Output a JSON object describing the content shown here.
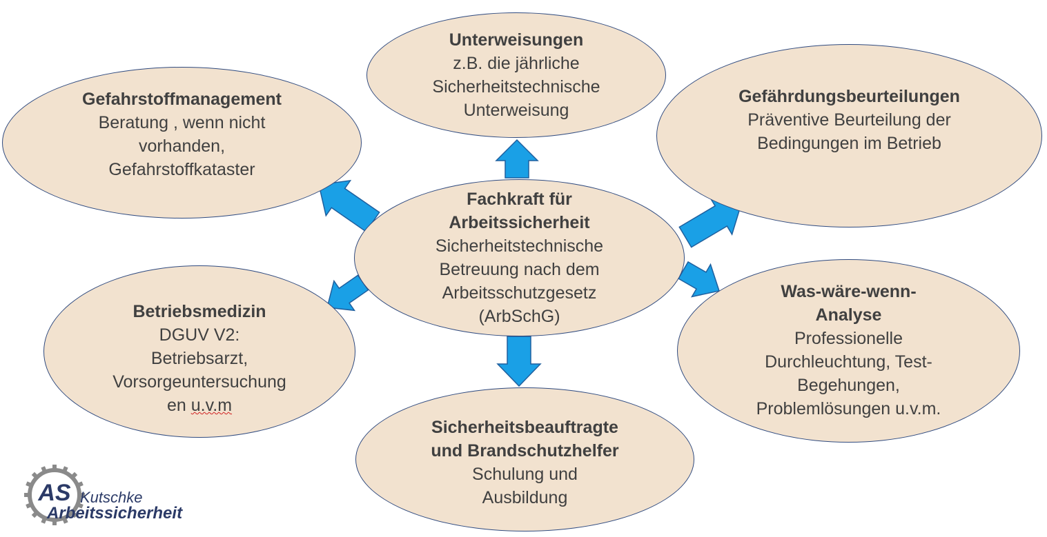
{
  "colors": {
    "ellipse_fill": "#f2e2cf",
    "ellipse_border": "#2f4a7f",
    "arrow_fill": "#1aa0e6",
    "arrow_stroke": "#1f5f9e",
    "text": "#404040"
  },
  "center": {
    "title": "Fachkraft für\nArbeitssicherheit",
    "body": "Sicherheitstechnische\nBetreuung nach dem\nArbeitsschutzgesetz\n(ArbSchG)"
  },
  "nodes": {
    "unterweisungen": {
      "title": "Unterweisungen",
      "body": "z.B. die jährliche\nSicherheitstechnische\nUnterweisung"
    },
    "gefahrstoff": {
      "title": "Gefahrstoffmanagement",
      "body": "Beratung , wenn nicht\nvorhanden,\nGefahrstoffkataster"
    },
    "gefaehrdung": {
      "title": "Gefährdungsbeurteilungen",
      "body": "Präventive Beurteilung der\nBedingungen im Betrieb"
    },
    "betriebsmedizin": {
      "title": "Betriebsmedizin",
      "body": "DGUV V2:\nBetriebsarzt,\nVorsorgeuntersuchung\nen ",
      "body_underlined": "u.v.m"
    },
    "waswaere": {
      "title": "Was-wäre-wenn-\nAnalyse",
      "body": "Professionelle\nDurchleuchtung, Test-\nBegehungen,\nProblemlösungen u.v.m."
    },
    "sicherheitsbeauftragte": {
      "title": "Sicherheitsbeauftragte\nund Brandschutzhelfer",
      "body": "Schulung und\nAusbildung"
    }
  },
  "logo": {
    "initials": "AS",
    "line1": "Kutschke",
    "line2": "Arbeitssicherheit",
    "icon": "gear-icon"
  }
}
